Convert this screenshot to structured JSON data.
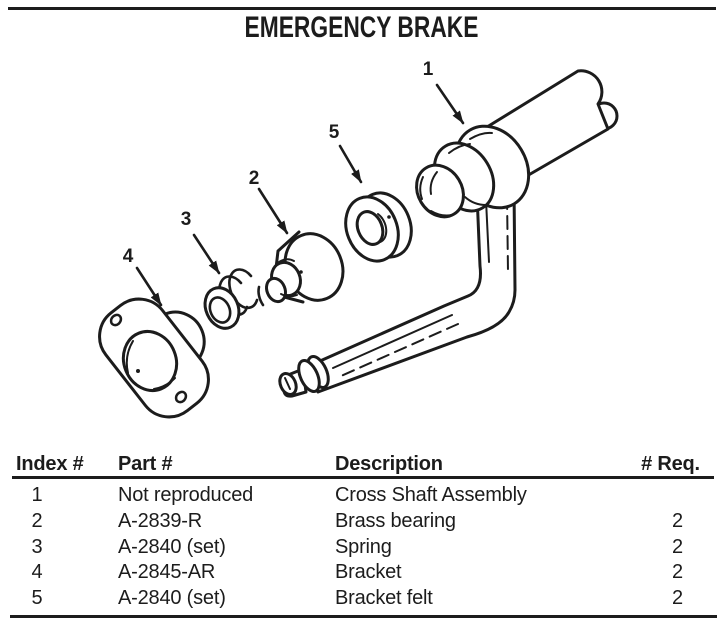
{
  "page": {
    "title": "EMERGENCY BRAKE",
    "ink": "#1c1c1c",
    "paper": "#ffffff"
  },
  "diagram": {
    "callouts": [
      {
        "label": "1"
      },
      {
        "label": "2"
      },
      {
        "label": "3"
      },
      {
        "label": "4"
      },
      {
        "label": "5"
      }
    ]
  },
  "table": {
    "headers": [
      "Index #",
      "Part #",
      "Description",
      "# Req."
    ],
    "rows": [
      {
        "index": "1",
        "part": "Not reproduced",
        "description": "Cross Shaft Assembly",
        "req": ""
      },
      {
        "index": "2",
        "part": "A-2839-R",
        "description": "Brass bearing",
        "req": "2"
      },
      {
        "index": "3",
        "part": "A-2840 (set)",
        "description": "Spring",
        "req": "2"
      },
      {
        "index": "4",
        "part": "A-2845-AR",
        "description": "Bracket",
        "req": "2"
      },
      {
        "index": "5",
        "part": "A-2840 (set)",
        "description": "Bracket felt",
        "req": "2"
      }
    ]
  }
}
